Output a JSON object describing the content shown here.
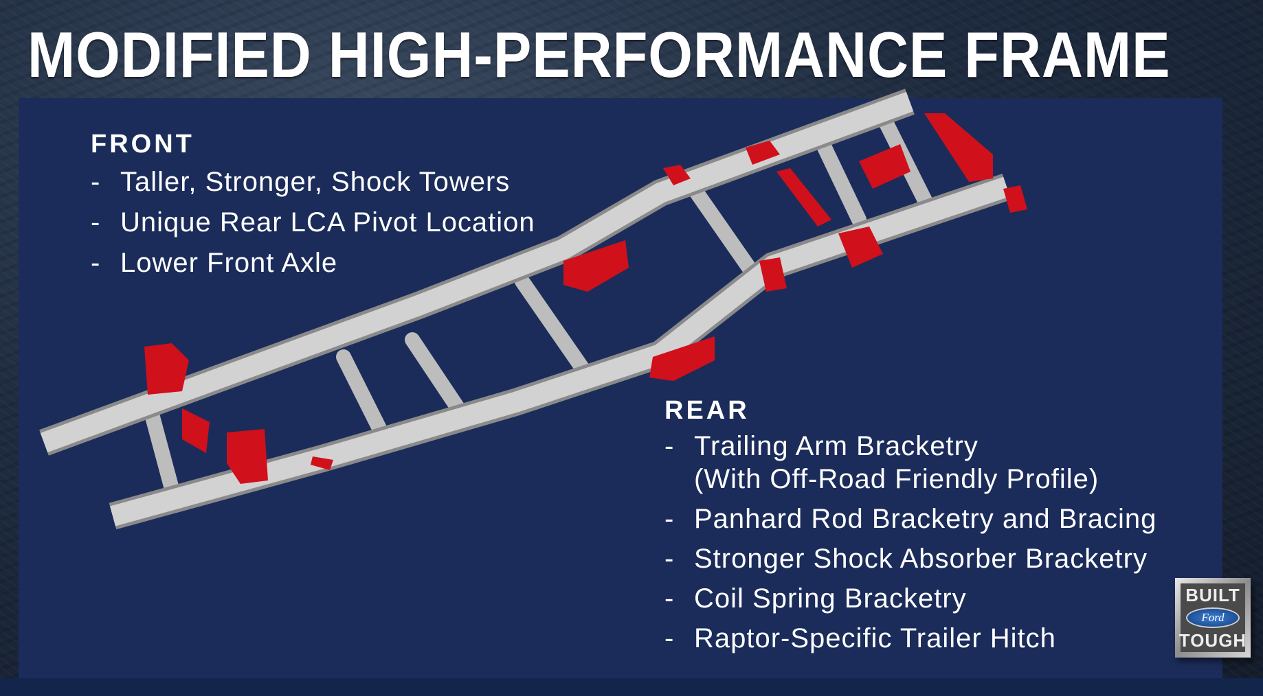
{
  "title": "MODIFIED HIGH-PERFORMANCE FRAME",
  "front": {
    "heading": "FRONT",
    "bullet": "-",
    "items": [
      "Taller, Stronger, Shock Towers",
      "Unique Rear LCA Pivot Location",
      "Lower Front Axle"
    ]
  },
  "rear": {
    "heading": "REAR",
    "bullet": "-",
    "items": [
      [
        "Trailing Arm Bracketry",
        "(With Off-Road Friendly Profile)"
      ],
      "Panhard Rod Bracketry and Bracing",
      "Stronger Shock Absorber Bracketry",
      "Coil Spring Bracketry",
      "Raptor-Specific Trailer Hitch"
    ]
  },
  "logo": {
    "top": "BUILT",
    "oval": "Ford",
    "bottom": "TOUGH"
  },
  "colors": {
    "panel": "#1b2c5a",
    "frame": "#c9c9c9",
    "bracket": "#d0101a",
    "text": "#ffffff"
  }
}
